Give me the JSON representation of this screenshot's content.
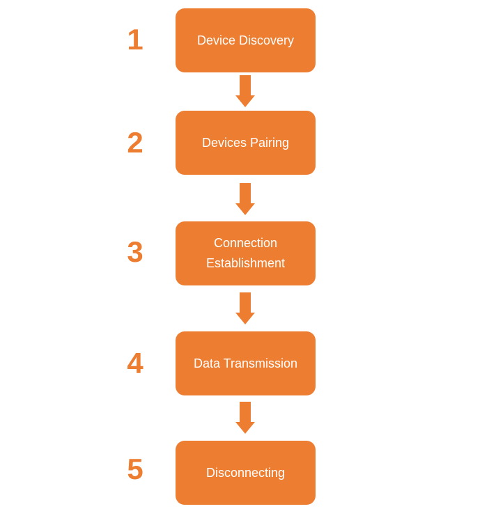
{
  "colors": {
    "accent": "#ED7D31",
    "box_text": "#FFFFFF",
    "background": "#FFFFFF"
  },
  "steps": [
    {
      "number": "1",
      "label": "Device Discovery"
    },
    {
      "number": "2",
      "label": "Devices Pairing"
    },
    {
      "number": "3",
      "label": "Connection Establishment"
    },
    {
      "number": "4",
      "label": "Data Transmission"
    },
    {
      "number": "5",
      "label": "Disconnecting"
    }
  ]
}
